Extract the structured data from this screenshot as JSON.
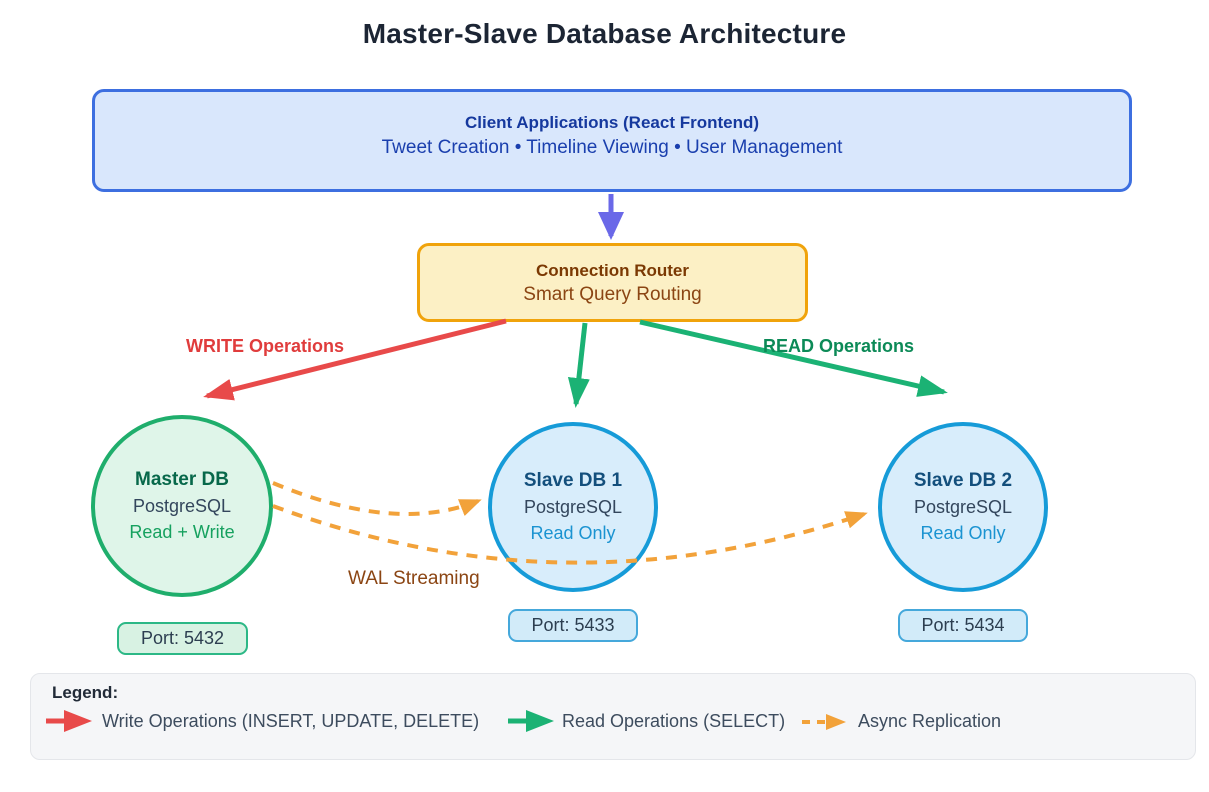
{
  "title": "Master-Slave Database Architecture",
  "client_box": {
    "title": "Client Applications (React Frontend)",
    "subtitle": "Tweet Creation • Timeline Viewing • User Management"
  },
  "router_box": {
    "title": "Connection Router",
    "subtitle": "Smart Query Routing"
  },
  "edge_labels": {
    "write": "WRITE Operations",
    "read": "READ Operations",
    "wal": "WAL Streaming"
  },
  "databases": [
    {
      "name": "Master DB",
      "engine": "PostgreSQL",
      "mode": "Read + Write",
      "port": "Port: 5432"
    },
    {
      "name": "Slave DB 1",
      "engine": "PostgreSQL",
      "mode": "Read Only",
      "port": "Port: 5433"
    },
    {
      "name": "Slave DB 2",
      "engine": "PostgreSQL",
      "mode": "Read Only",
      "port": "Port: 5434"
    }
  ],
  "legend": {
    "title": "Legend:",
    "items": [
      {
        "icon": "red-solid-arrow",
        "label": "Write Operations (INSERT, UPDATE, DELETE)"
      },
      {
        "icon": "green-solid-arrow",
        "label": "Read Operations (SELECT)"
      },
      {
        "icon": "orange-dashed-arrow",
        "label": "Async Replication"
      }
    ]
  },
  "colors": {
    "write_arrow": "#e84a4a",
    "read_arrow": "#1bb274",
    "replication_arrow": "#f2a23a",
    "client_to_router_arrow": "#6a68e8",
    "client_border": "#3d6fe0",
    "router_border": "#f0a30b",
    "master_border": "#1fae6c",
    "slave_border": "#169bd8"
  }
}
